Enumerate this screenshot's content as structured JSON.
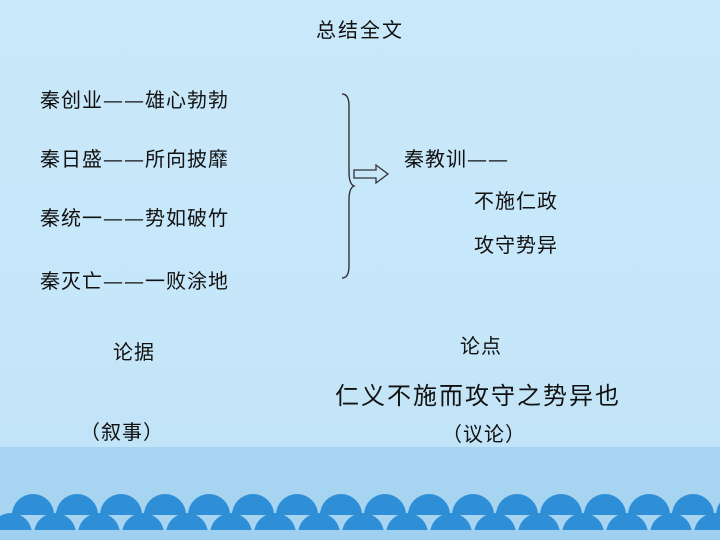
{
  "title": "总结全文",
  "left_items": [
    "秦创业——雄心勃勃",
    "秦日盛——所向披靡",
    "秦统一——势如破竹",
    "秦灭亡——一败涂地"
  ],
  "lesson_heading": "秦教训——",
  "lesson_points": [
    "不施仁政",
    "攻守势异"
  ],
  "argument_label": "论据",
  "narrative_label": "（叙事）",
  "thesis_label": "论点",
  "thesis_text": "仁义不施而攻守之势异也",
  "discussion_label": "（议论）",
  "colors": {
    "background": "#c9e9fb",
    "footer_band": "#a7d4f1",
    "footer_arch": "#2f8fd6",
    "footer_base": "#9fd0f0"
  }
}
